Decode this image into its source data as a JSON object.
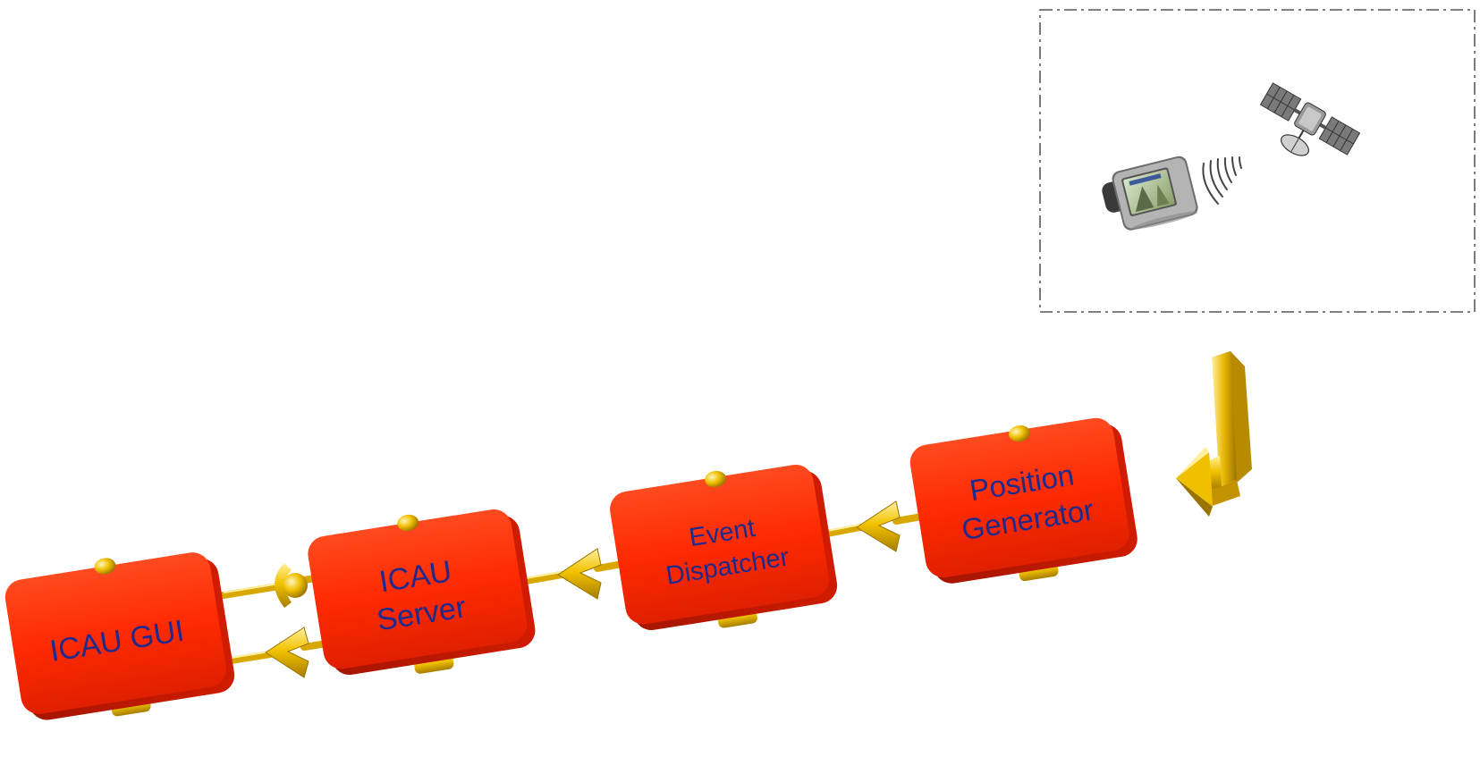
{
  "diagram": {
    "nodes": [
      {
        "id": "icau-gui",
        "lines": [
          "ICAU GUI"
        ]
      },
      {
        "id": "icau-server",
        "lines": [
          "ICAU",
          "Server"
        ]
      },
      {
        "id": "event-dispatcher",
        "lines": [
          "Event",
          "Dispatcher"
        ]
      },
      {
        "id": "position-generator",
        "lines": [
          "Position",
          "Generator"
        ]
      }
    ],
    "connectors": [
      {
        "from": "icau-server",
        "to": "icau-gui",
        "kind": "socket"
      },
      {
        "from": "icau-server",
        "to": "icau-gui",
        "kind": "chevron"
      },
      {
        "from": "event-dispatcher",
        "to": "icau-server",
        "kind": "chevron"
      },
      {
        "from": "position-generator",
        "to": "event-dispatcher",
        "kind": "chevron"
      }
    ],
    "environment": {
      "border_style": "dash-dot",
      "icons": [
        "gps-device-icon",
        "signal-waves-icon",
        "satellite-icon"
      ]
    },
    "input_arrow": {
      "from": "environment",
      "to": "position-generator",
      "icon": "bent-arrow-icon"
    }
  },
  "colors": {
    "node_fill": "#ff2a00",
    "node_shadow": "#c01800",
    "label": "#1f2a8c",
    "connector": "#e6b400",
    "connector_light": "#ffe27a",
    "connector_dark": "#a77d00",
    "border": "#333333"
  }
}
